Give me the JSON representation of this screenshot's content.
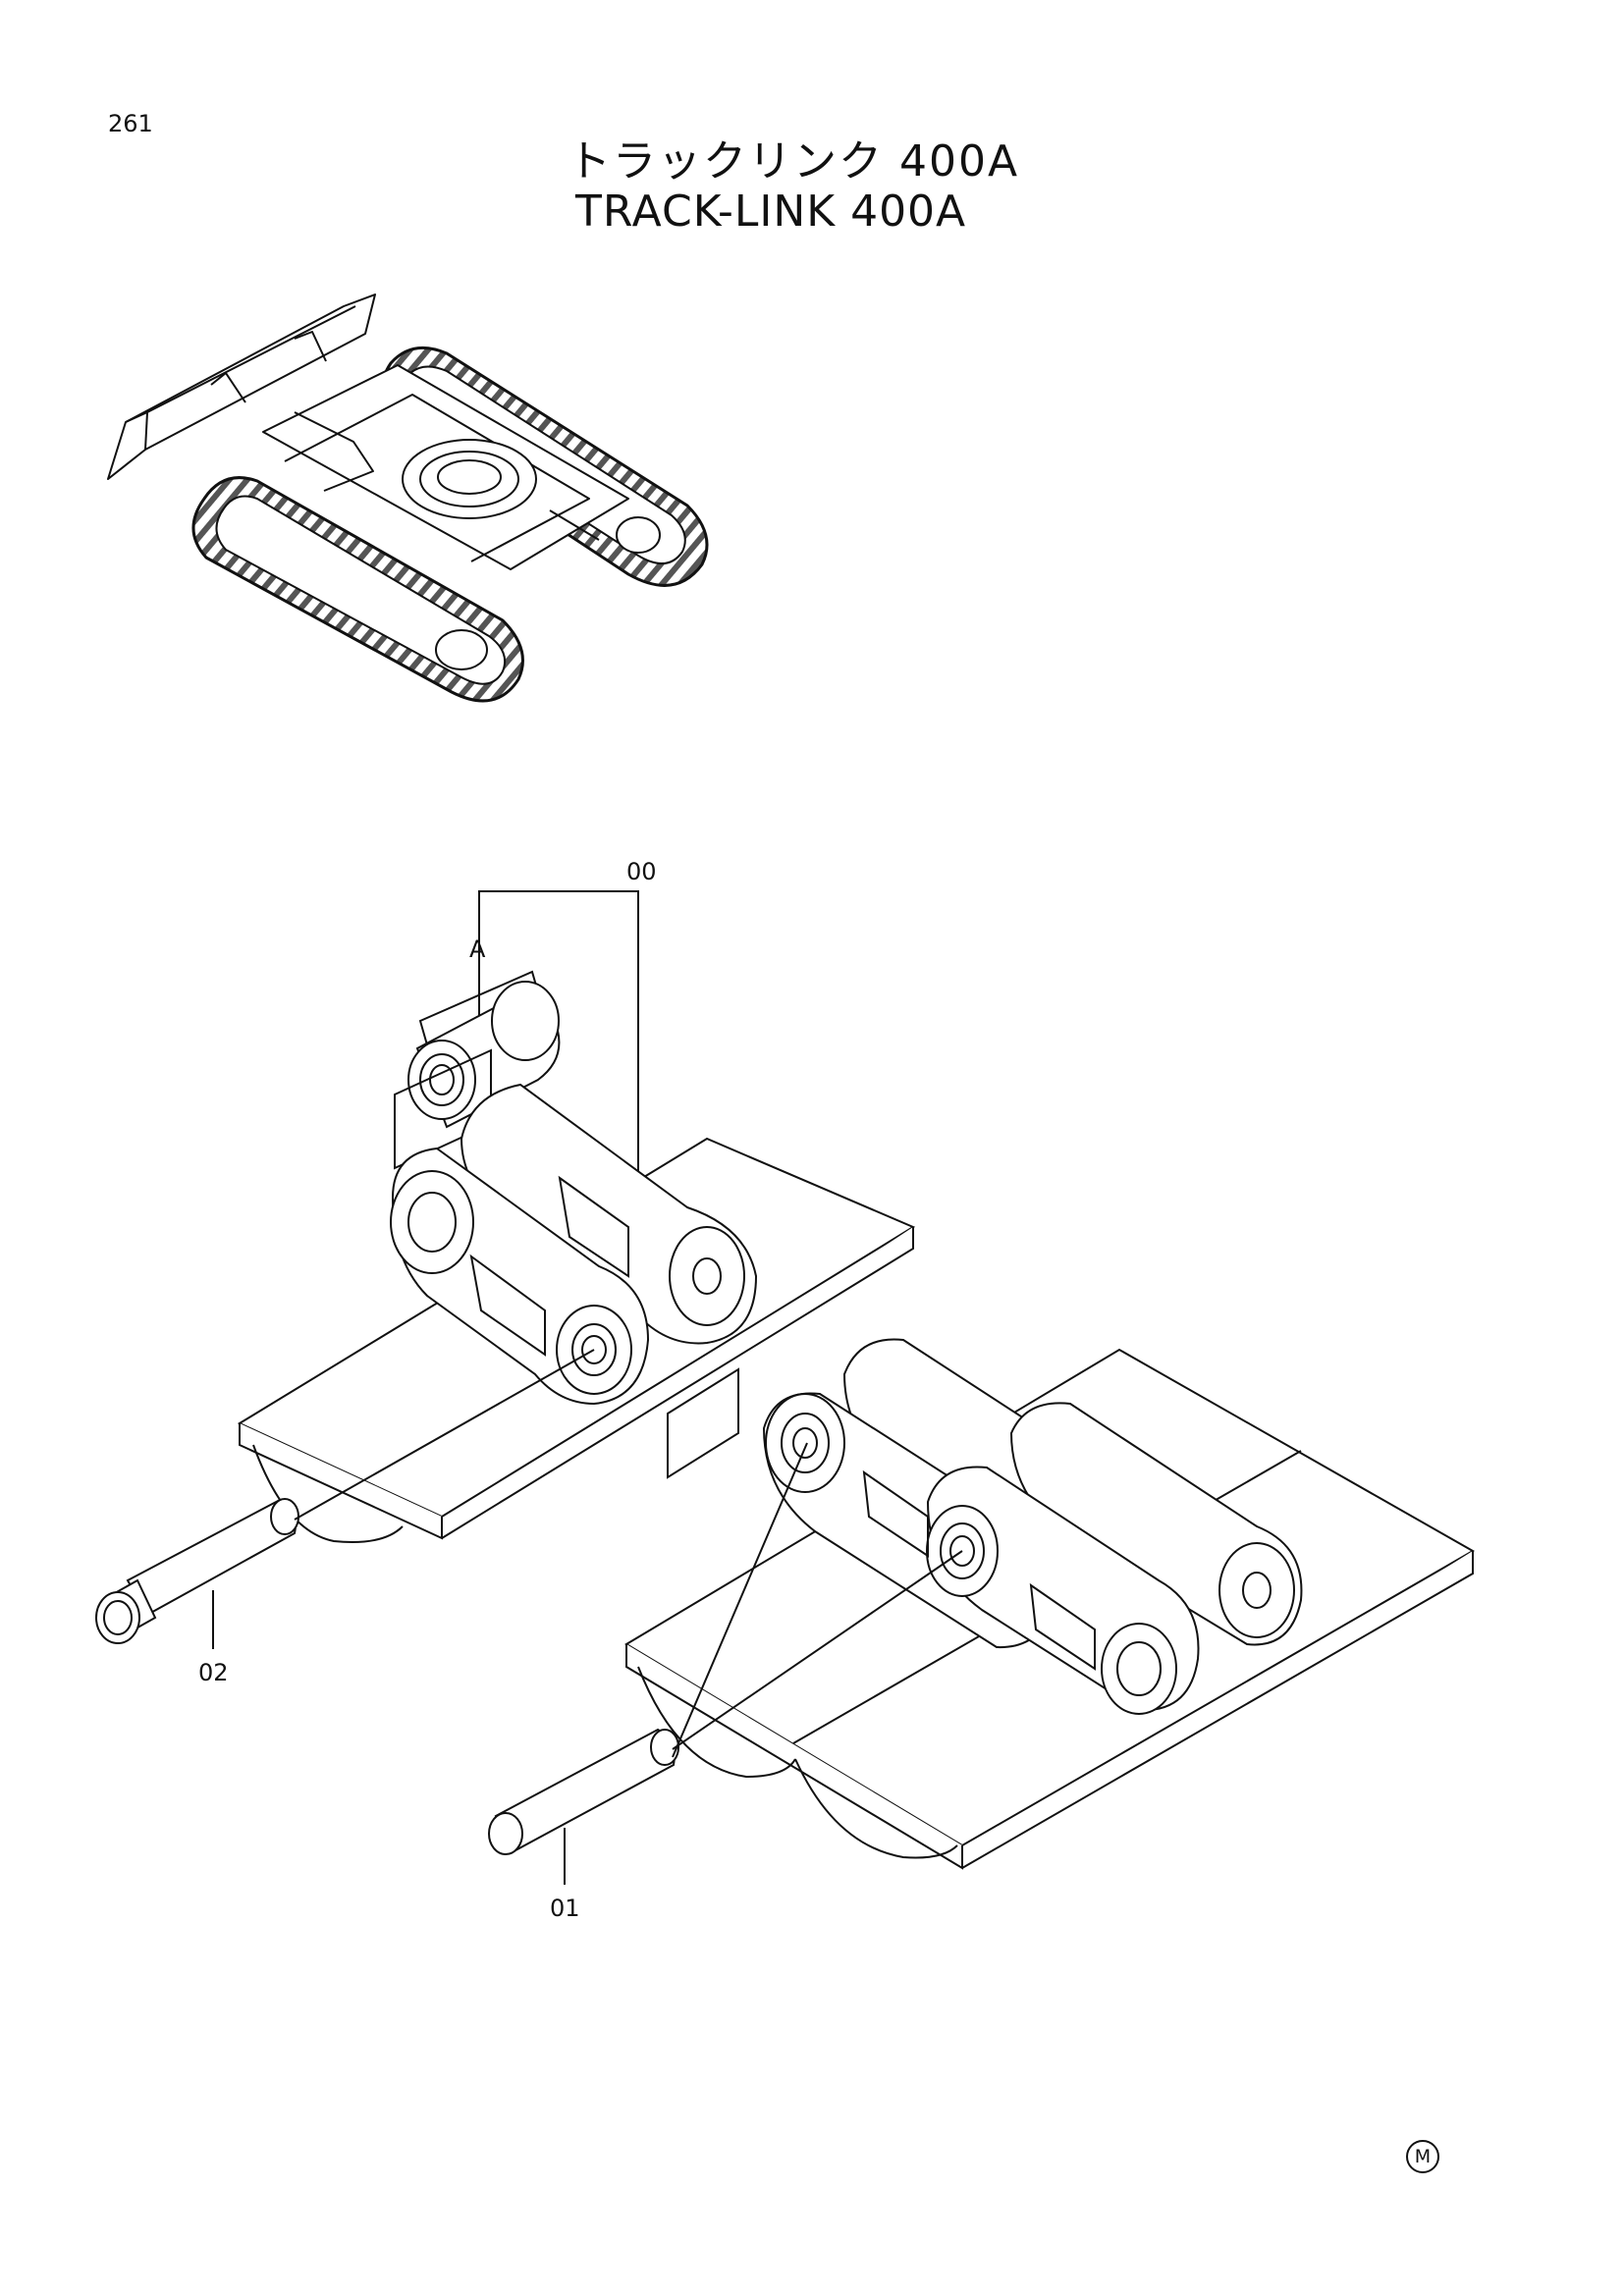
{
  "page": {
    "number": "261",
    "title_jp": "トラックリンク 400A",
    "title_en": "TRACK-LINK 400A"
  },
  "callouts": {
    "assembly": "00",
    "sub_a": "A",
    "pin_02": "02",
    "pin_01": "01"
  },
  "footer": {
    "symbol": "M"
  },
  "colors": {
    "ink": "#111111",
    "track_hatch": "#555555",
    "paper": "#ffffff"
  }
}
